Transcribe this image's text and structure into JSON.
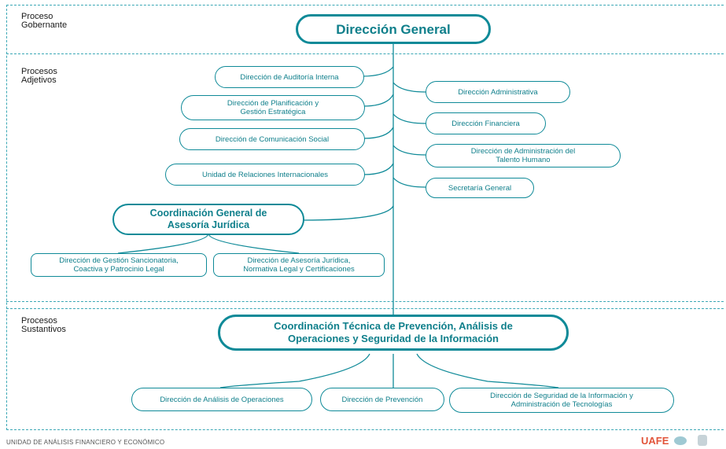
{
  "sections": {
    "gobernante": "Proceso\nGobernante",
    "adjetivos": "Procesos\nAdjetivos",
    "sustantivos": "Procesos\nSustantivos"
  },
  "nodes": {
    "direccion_general": "Dirección General",
    "auditoria": "Dirección de Auditoría Interna",
    "planificacion": "Dirección de Planificación y\nGestión Estratégica",
    "comunicacion": "Dirección de Comunicación Social",
    "relaciones": "Unidad de Relaciones Internacionales",
    "asesoria_general": "Coordinación General de\nAsesoría Jurídica",
    "sancionatoria": "Dirección de Gestión Sancionatoria,\nCoactiva y Patrocinio Legal",
    "asesoria_juridica": "Dirección de Asesoría Jurídica,\nNormativa Legal y Certificaciones",
    "administrativa": "Dirección Administrativa",
    "financiera": "Dirección Financiera",
    "talento": "Dirección de Administración del\nTalento Humano",
    "secretaria": "Secretaría General",
    "coordinacion_tecnica": "Coordinación Técnica de Prevención, Análisis de\nOperaciones y Seguridad de la Información",
    "analisis": "Dirección de Análisis de Operaciones",
    "prevencion": "Dirección de Prevención",
    "seguridad": "Dirección de Seguridad de la Información y\nAdministración de Tecnologías"
  },
  "footer": {
    "org_text": "UNIDAD DE ANÁLISIS FINANCIERO Y ECONÓMICO",
    "logo_text": "UAFE"
  },
  "colors": {
    "accent": "#0f8a98",
    "text": "#0f7f8b",
    "logo_red": "#e2553b"
  }
}
